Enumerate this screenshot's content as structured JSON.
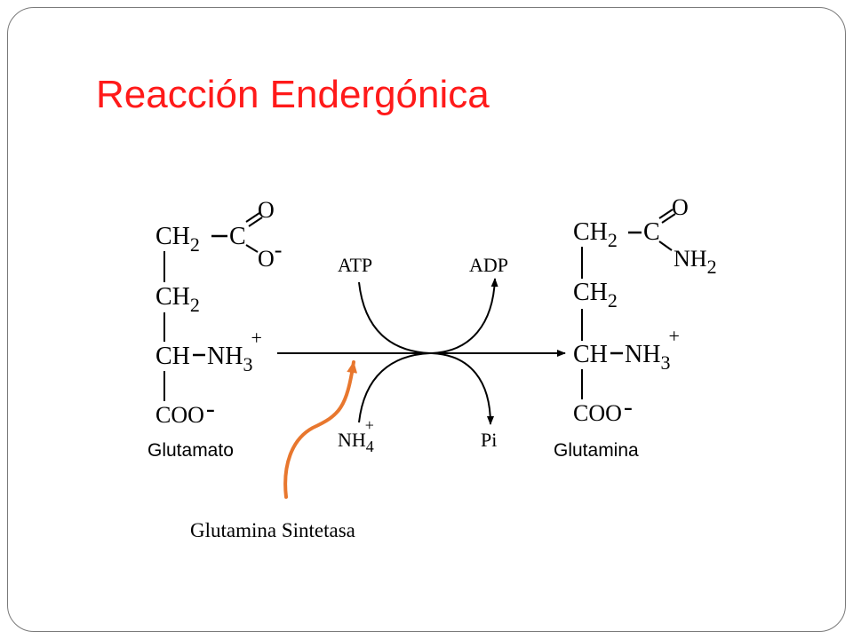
{
  "slide": {
    "title": "Reacción Endergónica",
    "enzyme_label": "Glutamina Sintetasa"
  },
  "reactant": {
    "name": "Glutamato",
    "row1_ch": "CH",
    "row1_sub": "2",
    "row1_c": "C",
    "row1_o": "O",
    "row1_ominus": "O",
    "row1_ominus_charge": "-",
    "row2_ch": "CH",
    "row2_sub": "2",
    "row3_ch": "CH",
    "row3_nh": "NH",
    "row3_sub": "3",
    "row3_charge": "+",
    "row4_coo": "COO",
    "row4_charge": "-"
  },
  "product": {
    "name": "Glutamina",
    "row1_ch": "CH",
    "row1_sub": "2",
    "row1_c": "C",
    "row1_o": "O",
    "row1_nh": "NH",
    "row1_nh_sub": "2",
    "row2_ch": "CH",
    "row2_sub": "2",
    "row3_ch": "CH",
    "row3_nh": "NH",
    "row3_sub": "3",
    "row3_charge": "+",
    "row4_coo": "COO",
    "row4_charge": "-"
  },
  "cosubstrates": {
    "atp": "ATP",
    "adp": "ADP",
    "nh4": "NH",
    "nh4_sub": "4",
    "nh4_charge": "+",
    "pi": "Pi"
  },
  "colors": {
    "title": "#ff1a1a",
    "enzyme_arrow": "#e8772e",
    "frame": "#7a7a7a"
  }
}
